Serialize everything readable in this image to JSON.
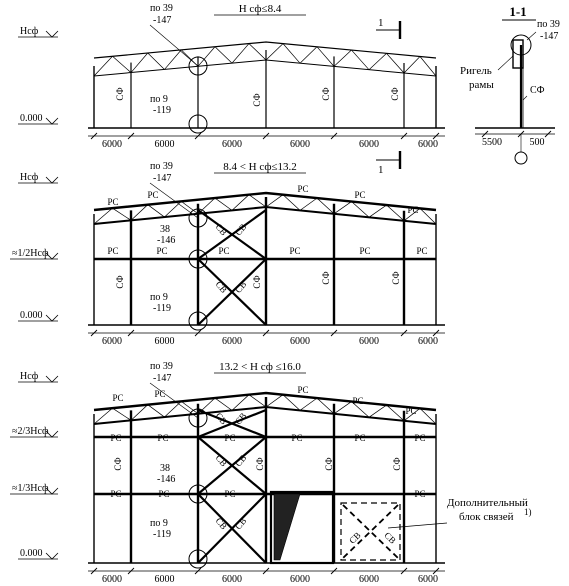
{
  "panels": [
    {
      "title": "Н сф≤8.4",
      "left_label": "Нсф",
      "zero_label": "0.000",
      "callout_top": [
        "по 39",
        "-147"
      ],
      "callout_bottom": [
        "по 9",
        "-119"
      ],
      "column_tag": "СФ",
      "spans": [
        "6000",
        "6000",
        "6000",
        "6000",
        "6000",
        "6000"
      ],
      "section_mark": "1"
    },
    {
      "title": "8.4 < Н сф≤13.2",
      "left_label": "Нсф",
      "mid_label": "≈1/2Нсф",
      "zero_label": "0.000",
      "callout_top": [
        "по 39",
        "-147"
      ],
      "callout_mid": [
        "38",
        "-146"
      ],
      "callout_bottom": [
        "по 9",
        "-119"
      ],
      "column_tag": "СФ",
      "tie_tag": "РС",
      "brace_tag": "СВ",
      "spans": [
        "6000",
        "6000",
        "6000",
        "6000",
        "6000",
        "6000"
      ],
      "section_mark": "1"
    },
    {
      "title": "13.2 < Н сф ≤16.0",
      "left_label": "Нсф",
      "mid_label_1": "≈2/3Нсф",
      "mid_label_2": "≈1/3Нсф",
      "zero_label": "0.000",
      "callout_top": [
        "по 39",
        "-147"
      ],
      "callout_mid": [
        "38",
        "-146"
      ],
      "callout_bottom": [
        "по 9",
        "-119"
      ],
      "column_tag": "СФ",
      "tie_tag": "РС",
      "brace_tag": "СВ",
      "note": [
        "Дополнительный",
        "блок связей"
      ],
      "note_sup": "1)",
      "spans": [
        "6000",
        "6000",
        "6000",
        "6000",
        "6000",
        "6000"
      ]
    }
  ],
  "section": {
    "title": "1-1",
    "callout": [
      "по 39",
      "-147"
    ],
    "beam_label": [
      "Ригель",
      "рамы"
    ],
    "column_tag": "СФ",
    "dims": [
      "5500",
      "500"
    ]
  }
}
